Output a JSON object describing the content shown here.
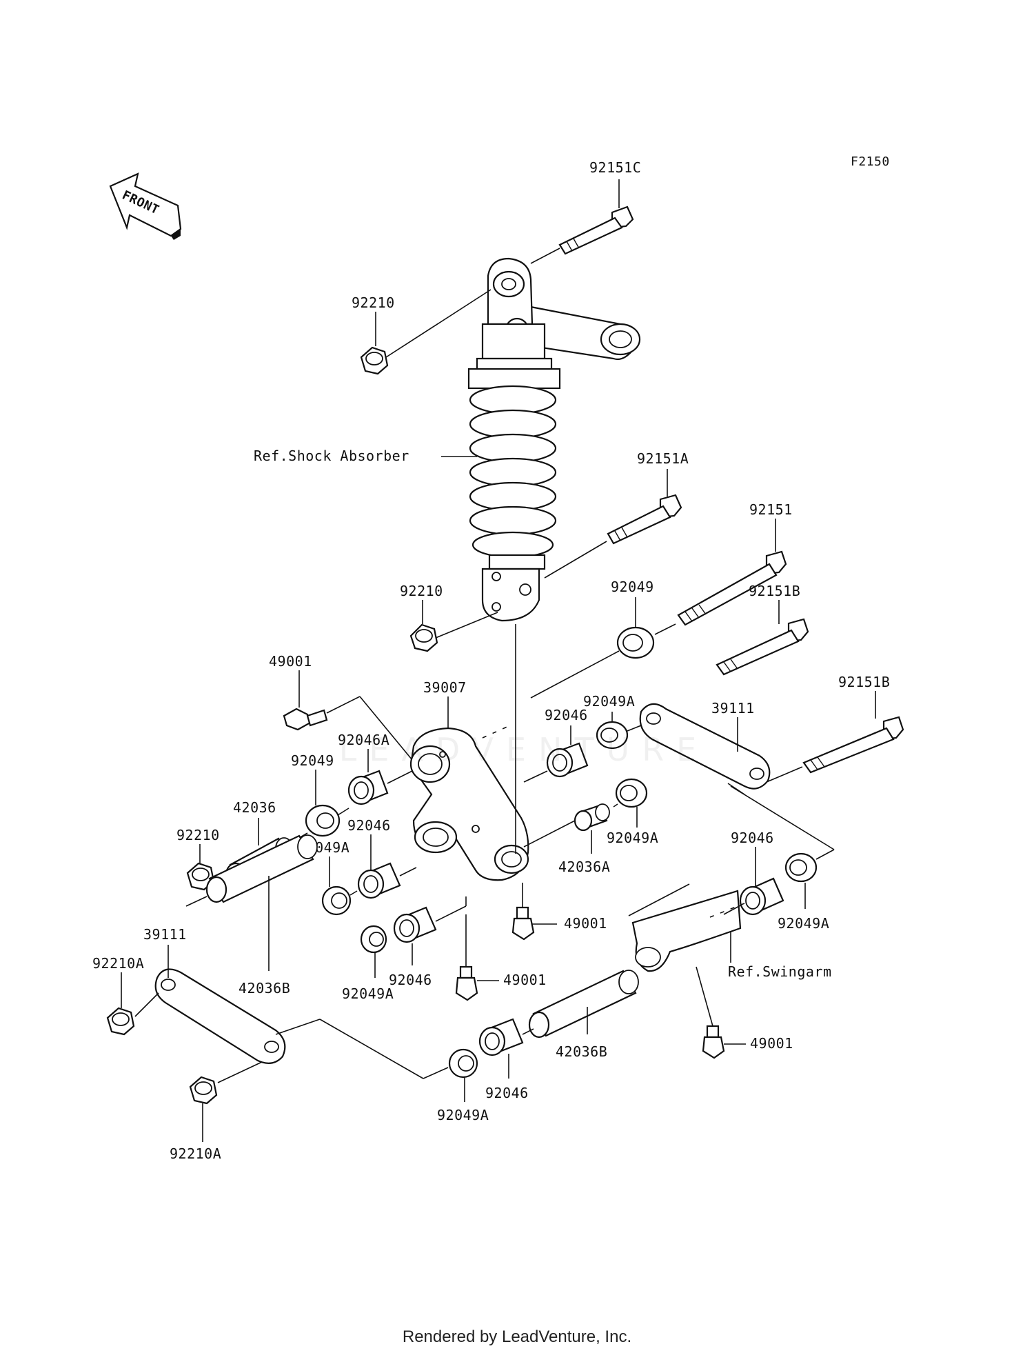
{
  "figure_code": "F2150",
  "front_badge": "FRONT",
  "references": {
    "shock_absorber": "Ref.Shock Absorber",
    "swingarm": "Ref.Swingarm"
  },
  "callouts": {
    "bolt_top": "92151C",
    "nut_top": "92210",
    "bolt_a": "92151A",
    "bolt_long": "92151",
    "nut_mid": "92210",
    "collar_mid": "92049",
    "bolt_b1": "92151B",
    "bolt_b2": "92151B",
    "grease_top": "49001",
    "rocker_arm": "39007",
    "seal_right": "92049A",
    "bearing_right": "92046",
    "tie_rod_right": "39111",
    "bearing_upper_left": "92046A",
    "collar_left": "92049",
    "sleeve_left": "42036",
    "nut_left": "92210",
    "bearing_left_mid": "92046",
    "seal_left_mid": "92049A",
    "seal_center": "92049A",
    "sleeve_short": "42036A",
    "bearing_swingarm": "92046",
    "seal_swingarm": "92049A",
    "grease_center": "49001",
    "grease_low": "49001",
    "grease_swingarm": "49001",
    "tie_rod_left": "39111",
    "nut_tie_upper": "92210A",
    "sleeve_long": "42036B",
    "bearing_lower": "92046",
    "seal_lower": "92049A",
    "sleeve_long_right": "42036B",
    "bearing_bottom": "92046",
    "seal_bottom": "92049A",
    "nut_tie_lower": "92210A"
  },
  "watermark": "LEADVENTURE",
  "footer": "Rendered by LeadVenture, Inc."
}
